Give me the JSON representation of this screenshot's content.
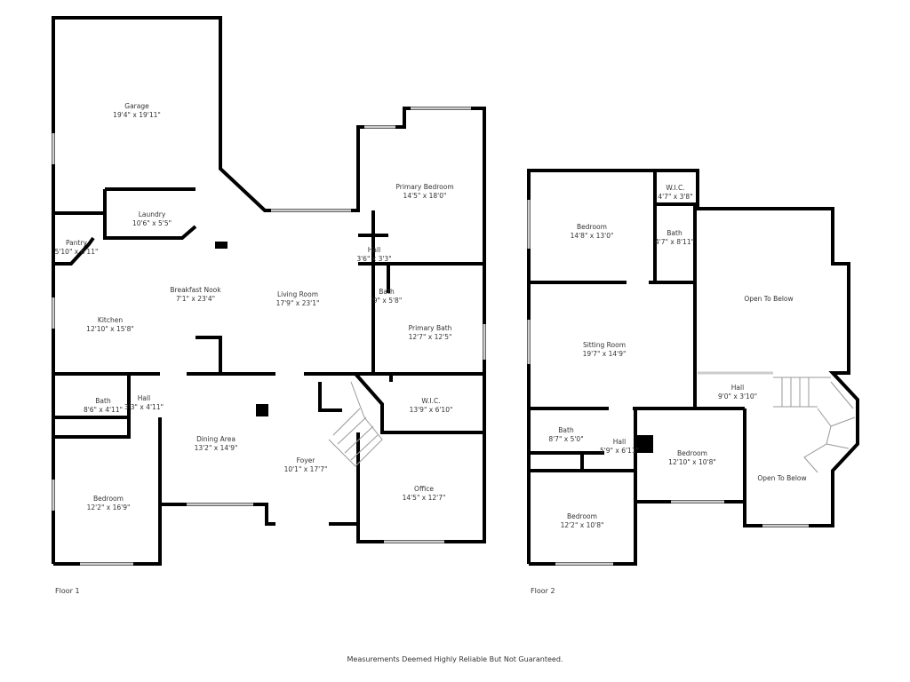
{
  "floor1": {
    "label": "Floor 1",
    "rooms": [
      {
        "name": "Garage",
        "dims": "19'4\" x 19'11\""
      },
      {
        "name": "Laundry",
        "dims": "10'6\" x 5'5\""
      },
      {
        "name": "Pantry",
        "dims": "5'10\" x 6'11\""
      },
      {
        "name": "Breakfast Nook",
        "dims": "7'1\" x 23'4\""
      },
      {
        "name": "Living Room",
        "dims": "17'9\" x 23'1\""
      },
      {
        "name": "Kitchen",
        "dims": "12'10\" x 15'8\""
      },
      {
        "name": "Primary Bedroom",
        "dims": "14'5\" x 18'0\""
      },
      {
        "name": "Hall",
        "dims": "3'6\" x 3'3\""
      },
      {
        "name": "Bath",
        "dims": "'9\" x 5'8\""
      },
      {
        "name": "Primary Bath",
        "dims": "12'7\" x 12'5\""
      },
      {
        "name": "Bath",
        "dims": "8'6\" x 4'11\""
      },
      {
        "name": "Hall",
        "dims": "3'3\" x 4'11\""
      },
      {
        "name": "W.I.C.",
        "dims": "13'9\" x 6'10\""
      },
      {
        "name": "Dining Area",
        "dims": "13'2\" x 14'9\""
      },
      {
        "name": "Foyer",
        "dims": "10'1\" x 17'7\""
      },
      {
        "name": "Bedroom",
        "dims": "12'2\" x 16'9\""
      },
      {
        "name": "Office",
        "dims": "14'5\" x 12'7\""
      }
    ]
  },
  "floor2": {
    "label": "Floor 2",
    "rooms": [
      {
        "name": "Bedroom",
        "dims": "14'8\" x 13'0\""
      },
      {
        "name": "W.I.C.",
        "dims": "4'7\" x 3'8\""
      },
      {
        "name": "Bath",
        "dims": "4'7\" x 8'11\""
      },
      {
        "name": "Open To Below",
        "dims": ""
      },
      {
        "name": "Sitting Room",
        "dims": "19'7\" x 14'9\""
      },
      {
        "name": "Hall",
        "dims": "9'0\" x 3'10\""
      },
      {
        "name": "Bath",
        "dims": "8'7\" x 5'0\""
      },
      {
        "name": "Hall",
        "dims": "5'9\" x 6'11\""
      },
      {
        "name": "Bedroom",
        "dims": "12'10\" x 10'8\""
      },
      {
        "name": "Open To Below",
        "dims": ""
      },
      {
        "name": "Bedroom",
        "dims": "12'2\" x 10'8\""
      }
    ]
  },
  "disclaimer": "Measurements Deemed Highly Reliable But Not Guaranteed.",
  "colors": {
    "wall": "#000000",
    "window": "#cccccc",
    "background": "#ffffff"
  }
}
